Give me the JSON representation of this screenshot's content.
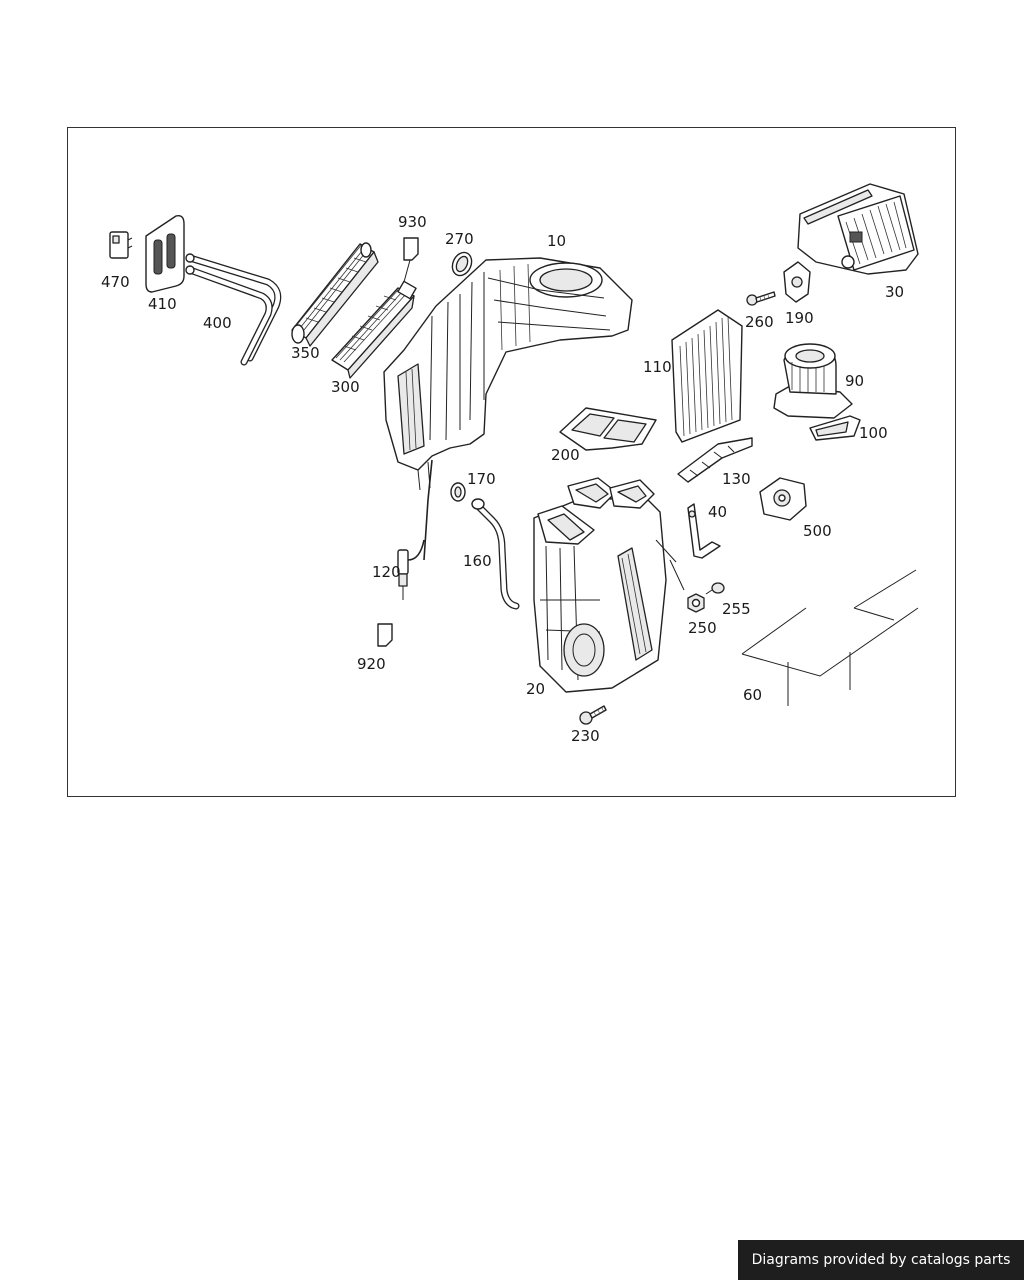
{
  "diagram": {
    "part_labels": {
      "p470": "470",
      "p410": "410",
      "p400": "400",
      "p350": "350",
      "p930": "930",
      "p300": "300",
      "p270": "270",
      "p10": "10",
      "p30": "30",
      "p260": "260",
      "p190": "190",
      "p110": "110",
      "p90": "90",
      "p100": "100",
      "p200": "200",
      "p130": "130",
      "p170": "170",
      "p40": "40",
      "p500": "500",
      "p120": "120",
      "p160": "160",
      "p255": "255",
      "p250": "250",
      "p920": "920",
      "p20": "20",
      "p60": "60",
      "p230": "230"
    }
  },
  "footer": {
    "credit_text": "Diagrams provided by catalogs parts"
  }
}
